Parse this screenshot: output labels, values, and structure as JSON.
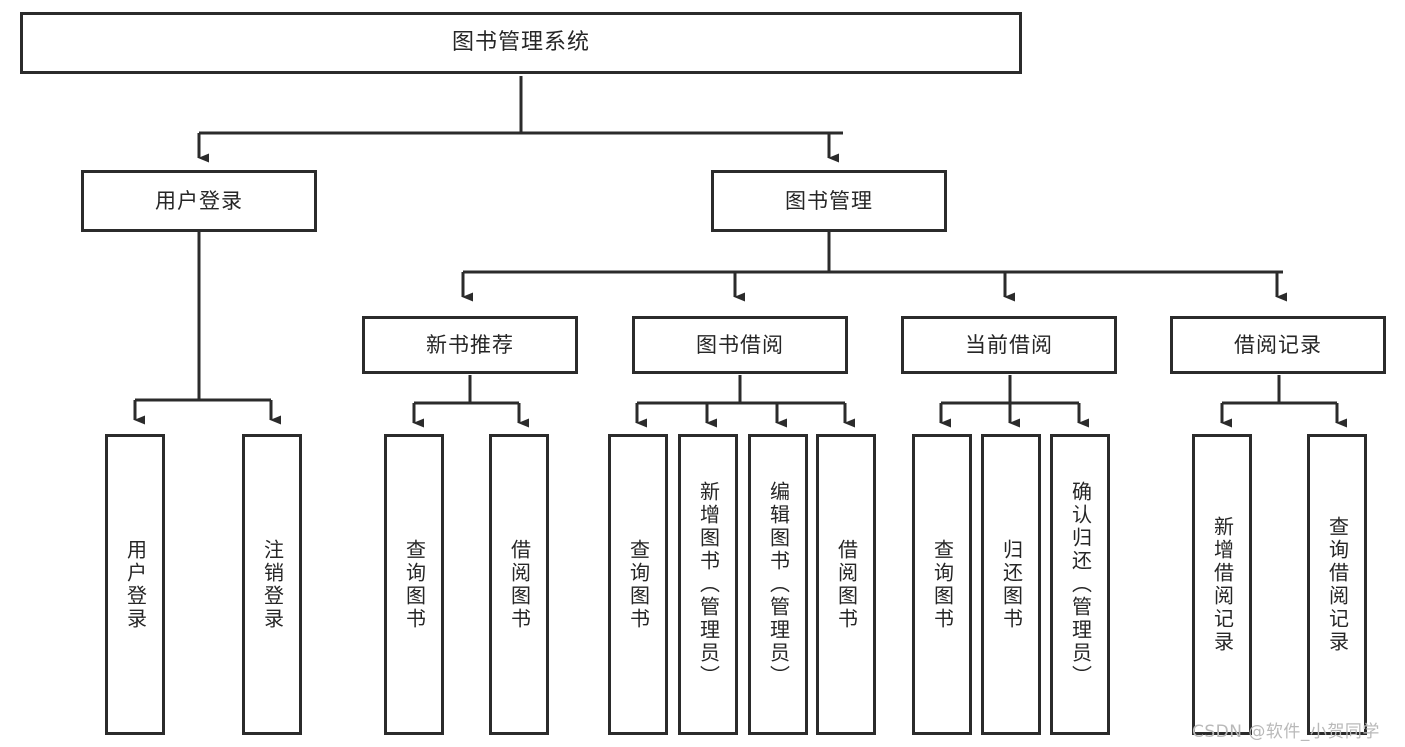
{
  "diagram": {
    "title": "图书管理系统",
    "type": "tree-hierarchy-chart",
    "watermark": "CSDN @软件_小贺同学",
    "colors": {
      "box_border": "#2b2b2b",
      "box_fill": "#ffffff",
      "edge": "#2b2b2b",
      "text": "#262626",
      "background": "#ffffff",
      "watermark": "#b9b9b9"
    },
    "nodes": {
      "root": {
        "label": "图书管理系统"
      },
      "level2": [
        {
          "label": "用户登录"
        },
        {
          "label": "图书管理"
        }
      ],
      "level3": [
        {
          "label": "新书推荐"
        },
        {
          "label": "图书借阅"
        },
        {
          "label": "当前借阅"
        },
        {
          "label": "借阅记录"
        }
      ],
      "leaves": [
        {
          "label": "用户登录"
        },
        {
          "label": "注销登录"
        },
        {
          "label": "查询图书"
        },
        {
          "label": "借阅图书"
        },
        {
          "label": "查询图书"
        },
        {
          "label": "新增图书（管理员）"
        },
        {
          "label": "编辑图书（管理员）"
        },
        {
          "label": "借阅图书"
        },
        {
          "label": "查询图书"
        },
        {
          "label": "归还图书"
        },
        {
          "label": "确认归还（管理员）"
        },
        {
          "label": "新增借阅记录"
        },
        {
          "label": "查询借阅记录"
        }
      ]
    }
  }
}
